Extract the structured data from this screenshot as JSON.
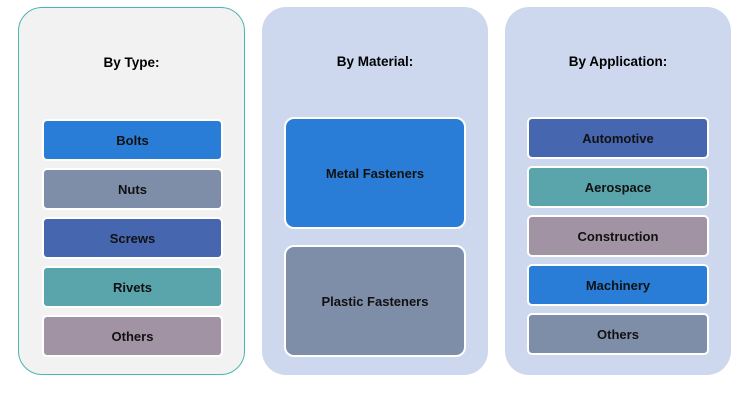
{
  "diagram": {
    "top_caption_cutoff": "",
    "panels": [
      {
        "title": "By Type:",
        "items": [
          {
            "label": "Bolts",
            "color": "#2a7dd6"
          },
          {
            "label": "Nuts",
            "color": "#7f8ea8"
          },
          {
            "label": "Screws",
            "color": "#4766b0"
          },
          {
            "label": "Rivets",
            "color": "#5aa4ac"
          },
          {
            "label": "Others",
            "color": "#a193a3"
          }
        ]
      },
      {
        "title": "By Material:",
        "items": [
          {
            "label": "Metal Fasteners",
            "color": "#2a7dd6"
          },
          {
            "label": "Plastic Fasteners",
            "color": "#7f8ea8"
          }
        ]
      },
      {
        "title": "By Application:",
        "items": [
          {
            "label": "Automotive",
            "color": "#4766b0"
          },
          {
            "label": "Aerospace",
            "color": "#5aa4ac"
          },
          {
            "label": "Construction",
            "color": "#a193a3"
          },
          {
            "label": "Machinery",
            "color": "#2a7dd6"
          },
          {
            "label": "Others",
            "color": "#7f8ea8"
          }
        ]
      }
    ]
  }
}
